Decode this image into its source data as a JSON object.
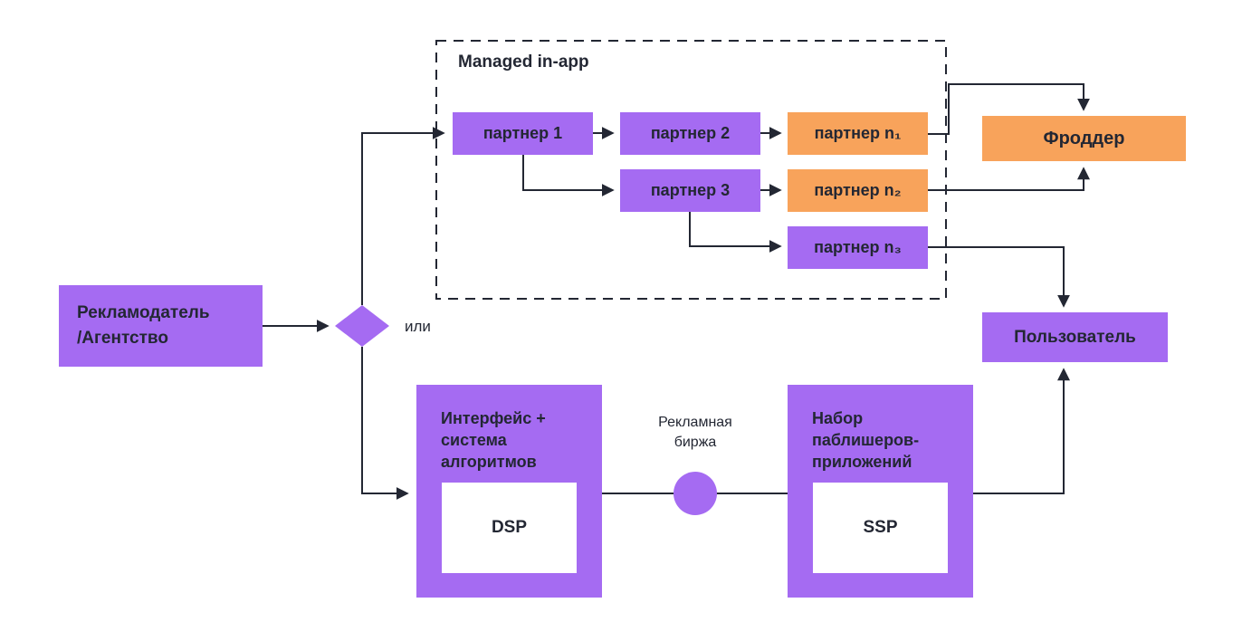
{
  "diagram": {
    "group_title": "Managed in-app",
    "or_label": "или",
    "exchange_label": "Рекламная биржа",
    "nodes": {
      "advertiser": {
        "lines": [
          "Рекламодатель",
          "/Агентство"
        ]
      },
      "partner1": {
        "label": "партнер 1"
      },
      "partner2": {
        "label": "партнер 2"
      },
      "partner3": {
        "label": "партнер 3"
      },
      "partner_n1": {
        "label": "партнер n₁"
      },
      "partner_n2": {
        "label": "партнер n₂"
      },
      "partner_n3": {
        "label": "партнер n₃"
      },
      "fraudder": {
        "label": "Фроддер"
      },
      "user": {
        "label": "Пользователь"
      },
      "dsp": {
        "caption": [
          "Интерфейс +",
          "система",
          "алгоритмов"
        ],
        "label": "DSP"
      },
      "ssp": {
        "caption": [
          "Набор",
          "паблишеров-",
          "приложений"
        ],
        "label": "SSP"
      }
    },
    "colors": {
      "purple": "#A56BF2",
      "orange": "#F8A35B",
      "ink": "#232733",
      "background": "#FFFFFF"
    }
  }
}
